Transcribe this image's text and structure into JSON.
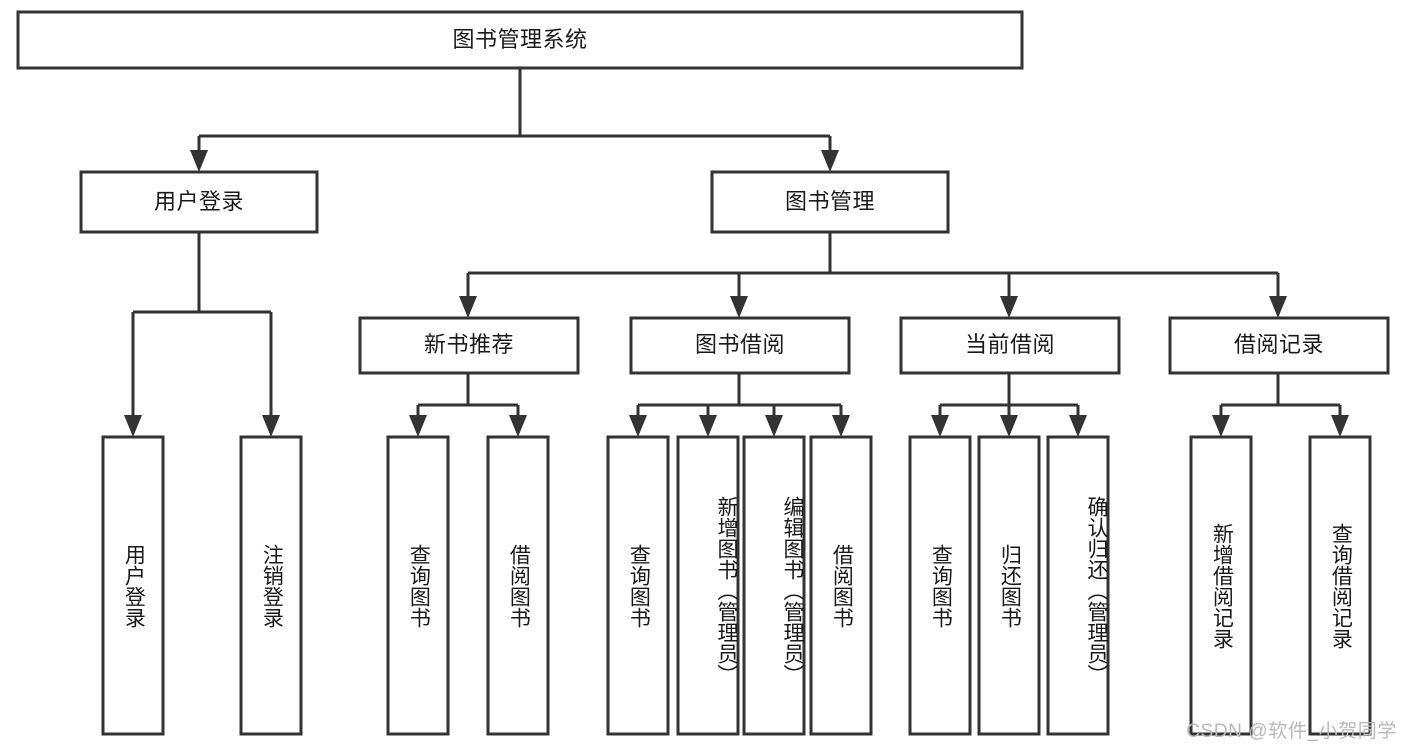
{
  "diagram": {
    "type": "tree",
    "title": "图书管理系统",
    "watermark": "CSDN @软件_小贺同学",
    "colors": {
      "stroke": "#333333",
      "box_fill": "#ffffff",
      "text": "#1a1a1a",
      "background": "#ffffff",
      "watermark": "#b9b9b9"
    },
    "levels": {
      "root": {
        "label": "图书管理系统"
      },
      "level2": [
        {
          "label": "用户登录"
        },
        {
          "label": "图书管理"
        }
      ],
      "level3": [
        {
          "label": "新书推荐"
        },
        {
          "label": "图书借阅"
        },
        {
          "label": "当前借阅"
        },
        {
          "label": "借阅记录"
        }
      ]
    },
    "nodes": {
      "root": "图书管理系统",
      "user_login": "用户登录",
      "book_manage": "图书管理",
      "new_book_rec": "新书推荐",
      "book_borrow": "图书借阅",
      "current_borrow": "当前借阅",
      "borrow_record": "借阅记录",
      "leaf_user_login": "用户登录",
      "leaf_user_logout": "注销登录",
      "leaf_query_book_1": "查询图书",
      "leaf_borrow_book_1": "借阅图书",
      "leaf_query_book_2": "查询图书",
      "leaf_add_book": "新增图书（管理员）",
      "leaf_edit_book": "编辑图书（管理员）",
      "leaf_borrow_book_2": "借阅图书",
      "leaf_query_book_3": "查询图书",
      "leaf_return_book": "归还图书",
      "leaf_confirm_return": "确认归还（管理员）",
      "leaf_add_record": "新增借阅记录",
      "leaf_query_record": "查询借阅记录"
    },
    "edges": [
      {
        "from": "root",
        "to": "user_login"
      },
      {
        "from": "root",
        "to": "book_manage"
      },
      {
        "from": "user_login",
        "to": "leaf_user_login"
      },
      {
        "from": "user_login",
        "to": "leaf_user_logout"
      },
      {
        "from": "book_manage",
        "to": "new_book_rec"
      },
      {
        "from": "book_manage",
        "to": "book_borrow"
      },
      {
        "from": "book_manage",
        "to": "current_borrow"
      },
      {
        "from": "book_manage",
        "to": "borrow_record"
      },
      {
        "from": "new_book_rec",
        "to": "leaf_query_book_1"
      },
      {
        "from": "new_book_rec",
        "to": "leaf_borrow_book_1"
      },
      {
        "from": "book_borrow",
        "to": "leaf_query_book_2"
      },
      {
        "from": "book_borrow",
        "to": "leaf_add_book"
      },
      {
        "from": "book_borrow",
        "to": "leaf_edit_book"
      },
      {
        "from": "book_borrow",
        "to": "leaf_borrow_book_2"
      },
      {
        "from": "current_borrow",
        "to": "leaf_query_book_3"
      },
      {
        "from": "current_borrow",
        "to": "leaf_return_book"
      },
      {
        "from": "current_borrow",
        "to": "leaf_confirm_return"
      },
      {
        "from": "borrow_record",
        "to": "leaf_add_record"
      },
      {
        "from": "borrow_record",
        "to": "leaf_query_record"
      }
    ]
  }
}
